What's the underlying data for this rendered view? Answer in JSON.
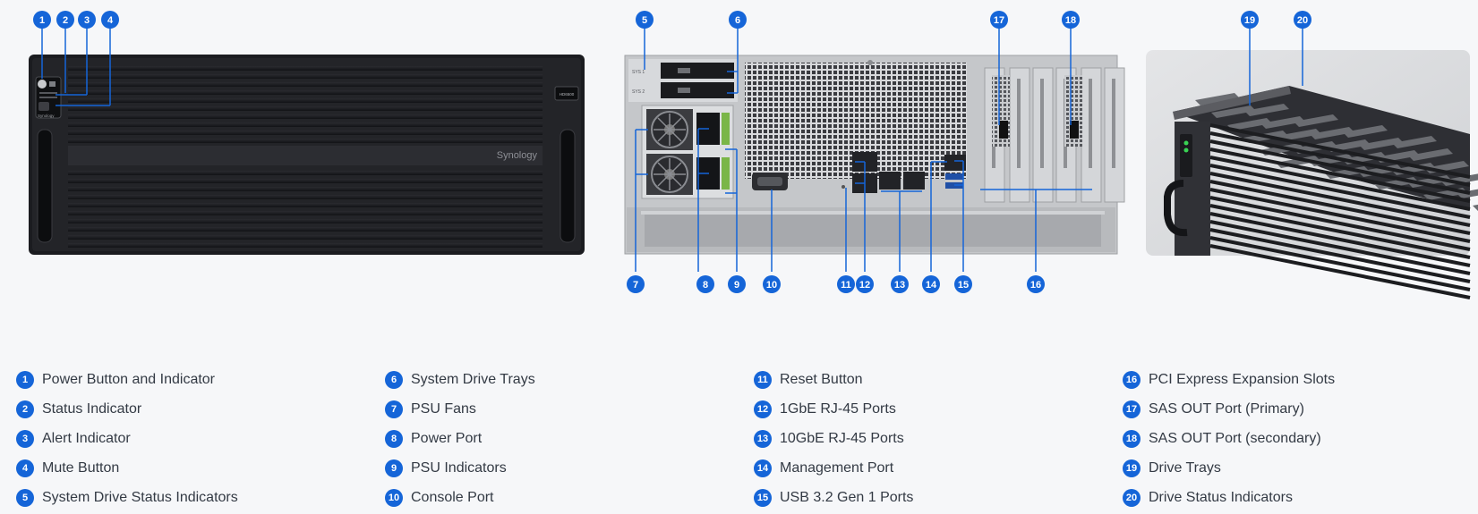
{
  "device": {
    "front_model_badge": "HD6500",
    "front_logo": "Synology",
    "front_small_logo": "Synology",
    "rear_drive_labels": [
      "SYS 1",
      "SYS 2"
    ],
    "colors": {
      "accent": "#1565d8",
      "chassis_dark": "#1d1e22",
      "chassis_rear": "#cfd1d4",
      "psu_green": "#7ab648"
    }
  },
  "callouts": [
    "1",
    "2",
    "3",
    "4",
    "5",
    "6",
    "7",
    "8",
    "9",
    "10",
    "11",
    "12",
    "13",
    "14",
    "15",
    "16",
    "17",
    "18",
    "19",
    "20"
  ],
  "legend": [
    {
      "num": "1",
      "label": "Power Button and Indicator"
    },
    {
      "num": "2",
      "label": "Status Indicator"
    },
    {
      "num": "3",
      "label": "Alert Indicator"
    },
    {
      "num": "4",
      "label": "Mute Button"
    },
    {
      "num": "5",
      "label": "System Drive Status Indicators"
    },
    {
      "num": "6",
      "label": "System Drive Trays"
    },
    {
      "num": "7",
      "label": "PSU Fans"
    },
    {
      "num": "8",
      "label": "Power Port"
    },
    {
      "num": "9",
      "label": "PSU Indicators"
    },
    {
      "num": "10",
      "label": "Console Port"
    },
    {
      "num": "11",
      "label": "Reset Button"
    },
    {
      "num": "12",
      "label": "1GbE RJ-45 Ports"
    },
    {
      "num": "13",
      "label": "10GbE RJ-45 Ports"
    },
    {
      "num": "14",
      "label": "Management Port"
    },
    {
      "num": "15",
      "label": "USB 3.2 Gen 1 Ports"
    },
    {
      "num": "16",
      "label": "PCI Express Expansion Slots"
    },
    {
      "num": "17",
      "label": "SAS OUT Port (Primary)"
    },
    {
      "num": "18",
      "label": "SAS OUT Port (secondary)"
    },
    {
      "num": "19",
      "label": "Drive Trays"
    },
    {
      "num": "20",
      "label": "Drive Status Indicators"
    }
  ]
}
